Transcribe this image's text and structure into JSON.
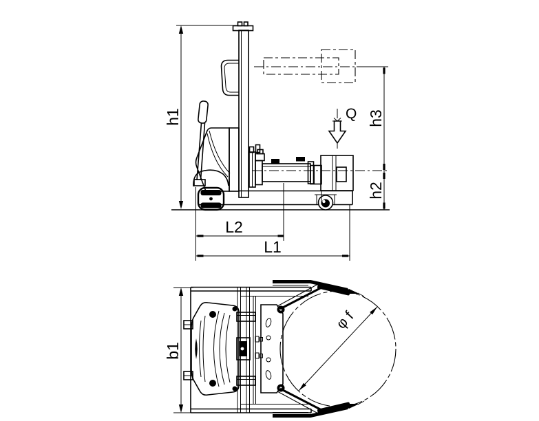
{
  "drawing": {
    "colors": {
      "background": "#ffffff",
      "ink": "#000000"
    },
    "side_view": {
      "labels": {
        "h1": "h1",
        "h3": "h3",
        "h2": "h2",
        "L2": "L2",
        "L1": "L1",
        "load": "Q"
      }
    },
    "top_view": {
      "labels": {
        "b1": "b1",
        "roll_diameter": "φ f"
      }
    }
  }
}
